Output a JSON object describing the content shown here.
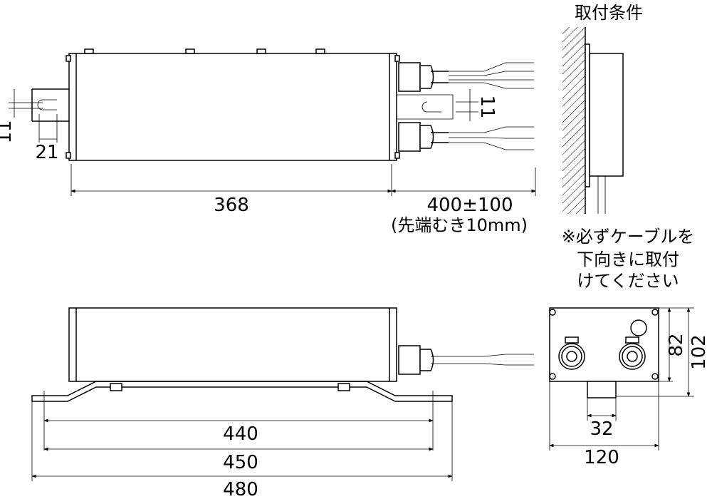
{
  "title": "取付条件",
  "dimensions": {
    "top_length": "368",
    "cable_length": "400±100",
    "cable_note": "(先端むき10mm)",
    "slot_width_left": "11",
    "slot_offset": "21",
    "slot_width_right": "11",
    "length_440": "440",
    "length_450": "450",
    "length_480": "480",
    "height_82": "82",
    "height_102": "102",
    "width_32": "32",
    "width_120": "120"
  },
  "note": {
    "line1": "※必ずケーブルを",
    "line2": "下向きに取付",
    "line3": "けてください"
  }
}
